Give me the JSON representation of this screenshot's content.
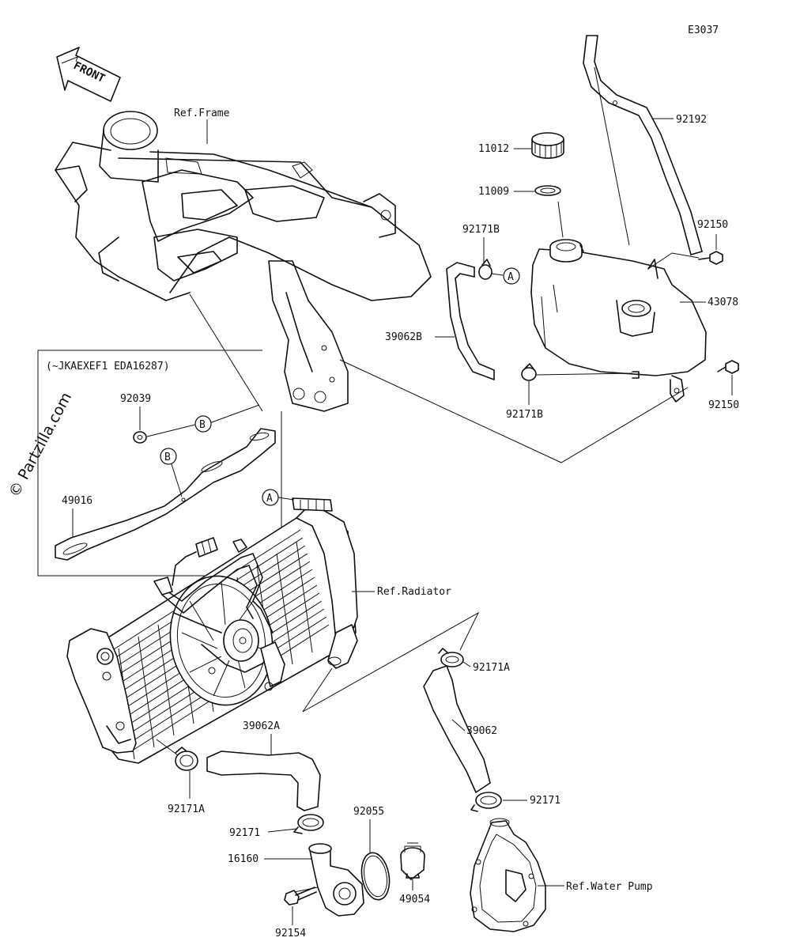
{
  "diagram_code": "E3037",
  "watermark": "© Partzilla.com",
  "front_arrow": "FRONT",
  "box_title": "(~JKAEXEF1 EDA16287)",
  "refs": {
    "frame": "Ref.Frame",
    "radiator": "Ref.Radiator",
    "water_pump": "Ref.Water Pump"
  },
  "callouts": {
    "a": "A",
    "b": "B"
  },
  "parts": {
    "p92192": "92192",
    "p11012": "11012",
    "p11009": "11009",
    "p92171B_top": "92171B",
    "p92150_top": "92150",
    "p43078": "43078",
    "p39062B": "39062B",
    "p92171B_bot": "92171B",
    "p92150_bot": "92150",
    "p92039": "92039",
    "p49016": "49016",
    "p92171A_right": "92171A",
    "p39062": "39062",
    "p39062A": "39062A",
    "p92171A_left": "92171A",
    "p92171_right": "92171",
    "p92171_left": "92171",
    "p92055": "92055",
    "p16160": "16160",
    "p49054": "49054",
    "p92154": "92154"
  }
}
